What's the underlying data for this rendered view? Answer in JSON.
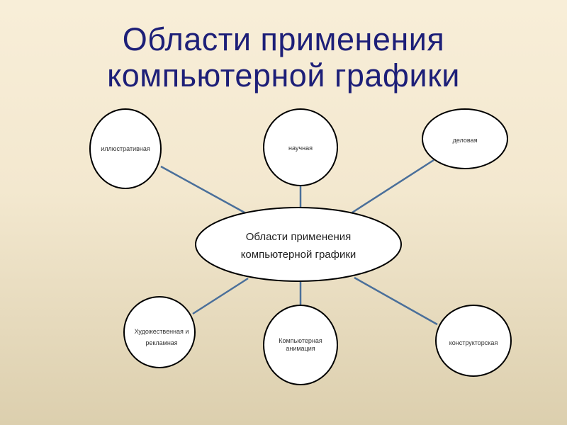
{
  "title": {
    "line1": "Области применения",
    "line2": "компьютерной графики"
  },
  "center_node": {
    "line1": "Области применения",
    "line2": "компьютерной графики"
  },
  "nodes": [
    {
      "label": "иллюстративная"
    },
    {
      "label": "научная"
    },
    {
      "label": "деловая"
    },
    {
      "label": "Художественная и рекламная"
    },
    {
      "label": "Компьютерная анимация"
    },
    {
      "label": "конструкторская"
    }
  ],
  "colors": {
    "title": "#1d1f78",
    "connector": "#4a6f9a",
    "node_fill": "#ffffff",
    "node_stroke": "#000000"
  }
}
